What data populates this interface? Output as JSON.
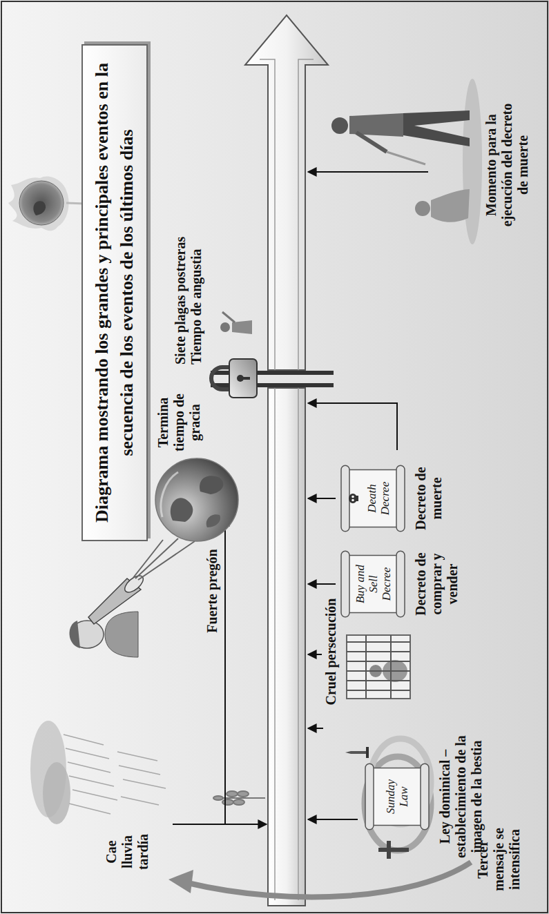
{
  "diagram": {
    "title": "Diagrama mostrando los grandes y principales eventos en la secuencia de los eventos de los últimos días",
    "nodes": [
      {
        "text": [
          "Sunday Law",
          "Ley dominical – establecimiento de la imagen de la bestia"
        ]
      },
      {
        "text": [
          "Buy and Sell Decree",
          "Decreto de comprar y vender"
        ]
      },
      {
        "text": [
          "Death Decree",
          "Decreto de muerte"
        ]
      }
    ],
    "labels": [
      "Tercer mensaje se intensifica",
      "Cae lluvia tardía",
      "Fuerte pregón",
      "Cruel persecución",
      "Termina tiempo de gracia",
      "Siete plagas postreras",
      "Tiempo de angustia",
      "Momento para la ejecución del decreto de muerte"
    ]
  }
}
